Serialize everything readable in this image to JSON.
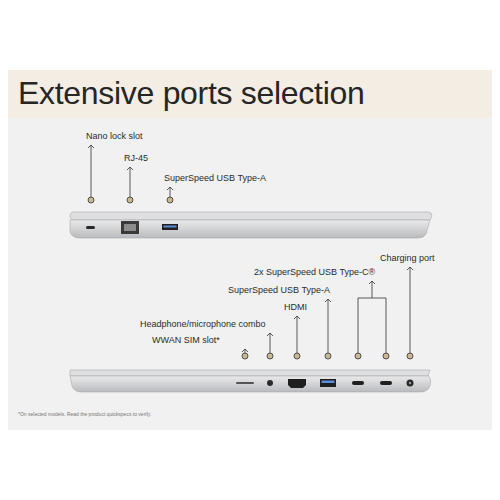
{
  "diagram": {
    "title": "Extensive ports selection",
    "labels": [
      "Nano lock slot",
      "RJ-45",
      "SuperSpeed USB Type-A",
      "2x SuperSpeed USB Type-C®",
      "Charging port",
      "SuperSpeed USB Type-A",
      "HDMI",
      "Headphone/microphone combo",
      "WWAN SIM slot*",
      "*On selected models. Read the product quickspecs to verify."
    ]
  }
}
